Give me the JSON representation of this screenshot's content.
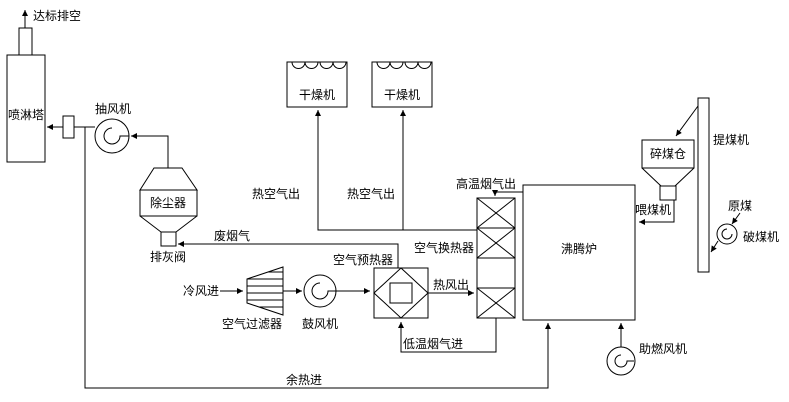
{
  "diagram": {
    "background": "#ffffff",
    "line_color": "#000000",
    "labels": {
      "vent": "达标排空",
      "spray_tower": "喷淋塔",
      "exhaust_fan": "抽风机",
      "dust_collector": "除尘器",
      "ash_valve": "排灰阀",
      "waste_flue_gas": "废烟气",
      "cold_air_in": "冷风进",
      "air_filter": "空气过滤器",
      "blower": "鼓风机",
      "air_preheater": "空气预热器",
      "hot_wind_out": "热风出",
      "air_heat_exchanger": "空气换热器",
      "high_temp_flue_gas_out": "高温烟气出",
      "low_temp_flue_gas_in": "低温烟气进",
      "fluidized_bed_furnace": "沸腾炉",
      "combustion_fan": "助燃风机",
      "residual_heat_in": "余热进",
      "dryer_left": "干燥机",
      "dryer_right": "干燥机",
      "hot_air_out_left": "热空气出",
      "hot_air_out_right": "热空气出",
      "coal_bin": "碎煤仓",
      "coal_feeder": "喂煤机",
      "coal_elevator": "提煤机",
      "raw_coal": "原煤",
      "coal_crusher": "破煤机"
    }
  }
}
